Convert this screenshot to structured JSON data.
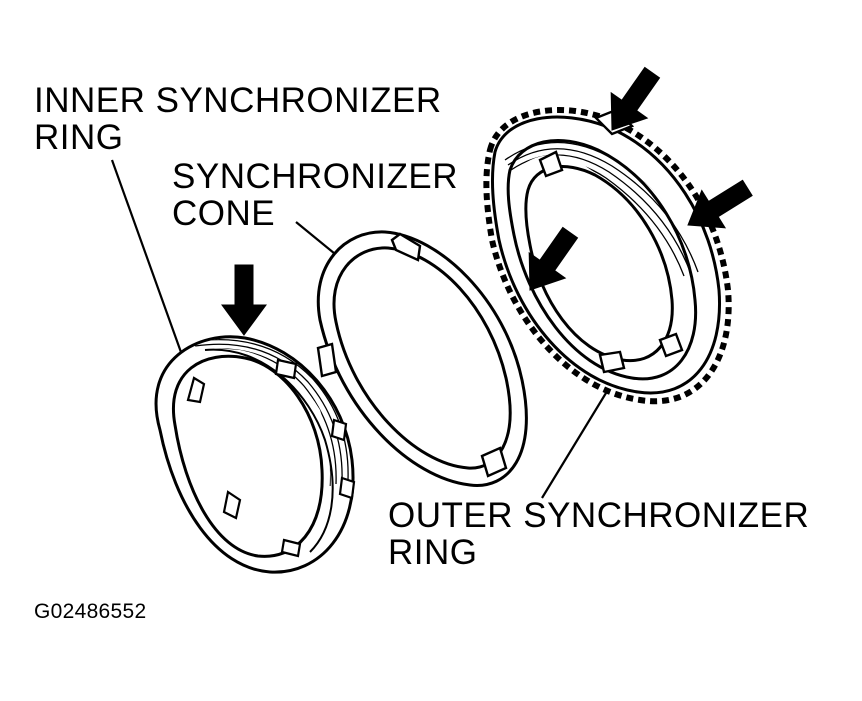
{
  "labels": {
    "inner": {
      "line1": "INNER SYNCHRONIZER",
      "line2": "RING"
    },
    "cone": {
      "line1": "SYNCHRONIZER",
      "line2": "CONE"
    },
    "outer": {
      "line1": "OUTER SYNCHRONIZER",
      "line2": "RING"
    }
  },
  "figure_code": "G02486552",
  "colors": {
    "ink": "#000000",
    "paper": "#ffffff"
  },
  "icons": [
    "arrow-icon"
  ]
}
